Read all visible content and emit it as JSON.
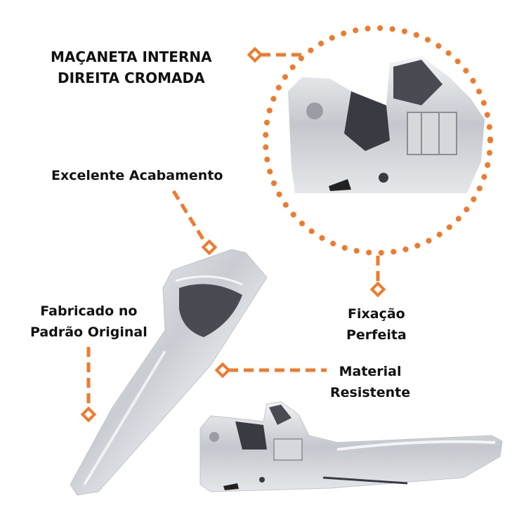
{
  "title": {
    "line1": "MAÇANETA INTERNA",
    "line2": "DIREITA CROMADA"
  },
  "callouts": [
    {
      "id": "acabamento",
      "lines": [
        "Excelente Acabamento"
      ]
    },
    {
      "id": "fabricado",
      "lines": [
        "Fabricado no",
        "Padrão Original"
      ]
    },
    {
      "id": "fixacao",
      "lines": [
        "Fixação",
        "Perfeita"
      ]
    },
    {
      "id": "material",
      "lines": [
        "Material",
        "Resistente"
      ]
    }
  ],
  "colors": {
    "accent": "#F07A2A",
    "text": "#111111",
    "background": "#FFFFFF",
    "chrome_light": "#E6E7EA",
    "chrome_mid": "#B9BCC2",
    "chrome_dark": "#2B2C33"
  }
}
